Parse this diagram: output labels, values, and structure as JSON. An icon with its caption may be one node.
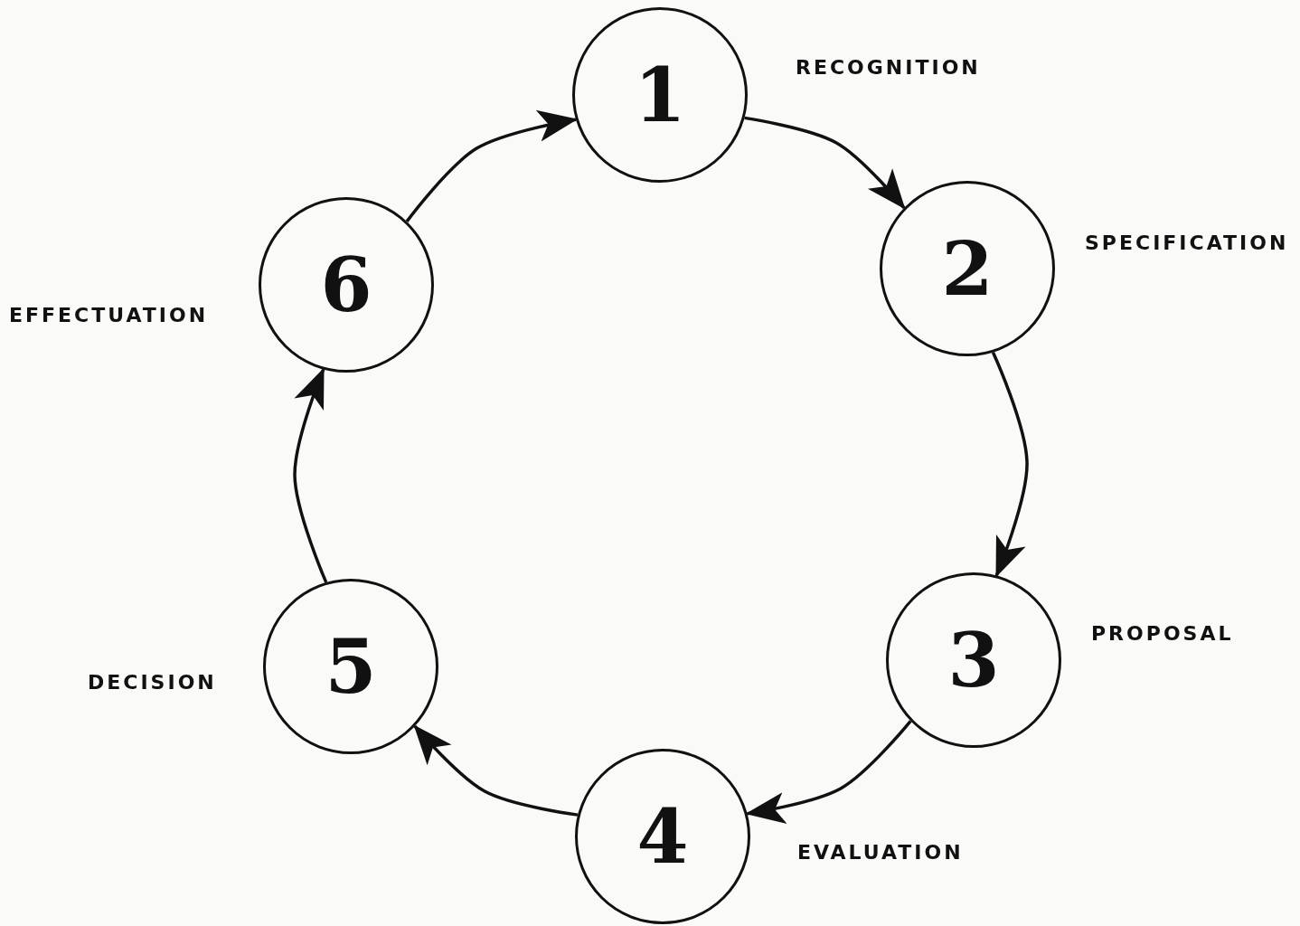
{
  "diagram": {
    "nodes": [
      {
        "text": [
          "1"
        ],
        "beside": [
          "RECOGNITION"
        ]
      },
      {
        "text": [
          "2"
        ],
        "beside": [
          "SPECIFICATION"
        ]
      },
      {
        "text": [
          "3"
        ],
        "beside": [
          "PROPOSAL"
        ]
      },
      {
        "text": [
          "4"
        ],
        "beside": [
          "EVALUATION"
        ]
      },
      {
        "text": [
          "5"
        ],
        "beside": [
          "DECISION"
        ]
      },
      {
        "text": [
          "6"
        ],
        "beside": [
          "EFFECTUATION"
        ]
      }
    ],
    "edges": [
      {
        "from": 0,
        "to": 1,
        "arrow": "to"
      },
      {
        "from": 1,
        "to": 2,
        "arrow": "to"
      },
      {
        "from": 2,
        "to": 3,
        "arrow": "to"
      },
      {
        "from": 3,
        "to": 4,
        "arrow": "to"
      },
      {
        "from": 4,
        "to": 5,
        "arrow": "to"
      },
      {
        "from": 5,
        "to": 0,
        "arrow": "to"
      }
    ]
  }
}
